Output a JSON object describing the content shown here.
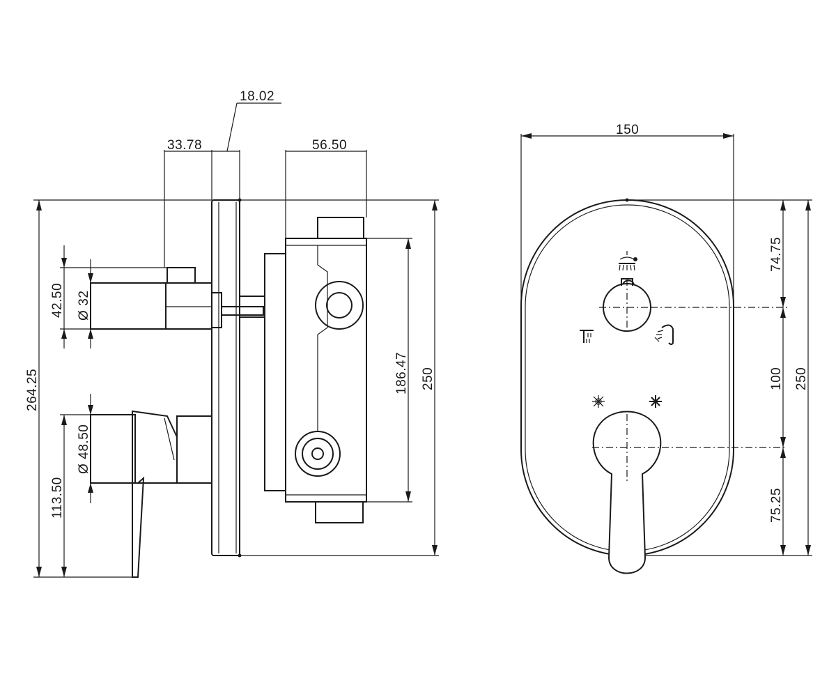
{
  "dimensions": {
    "side_top_offset": "18.02",
    "side_handle_depth": "33.78",
    "body_depth": "56.50",
    "overall_height": "264.25",
    "top_spindle_offset": "42.50",
    "top_spindle_diameter": "32",
    "bottom_spindle_diameter": "48.50",
    "bottom_spindle_offset": "113.50",
    "body_height": "186.47",
    "plate_height_side": "250",
    "plate_width": "150",
    "front_top_to_diverter": "74.75",
    "diverter_to_mixer": "100",
    "mixer_to_bottom": "75.25",
    "plate_height_front": "250"
  },
  "symbols": {
    "diameter": "Ø"
  },
  "icons": [
    "overhead-shower-icon",
    "tub-spout-icon",
    "hand-shower-icon",
    "hot-water-icon",
    "cold-water-icon"
  ]
}
